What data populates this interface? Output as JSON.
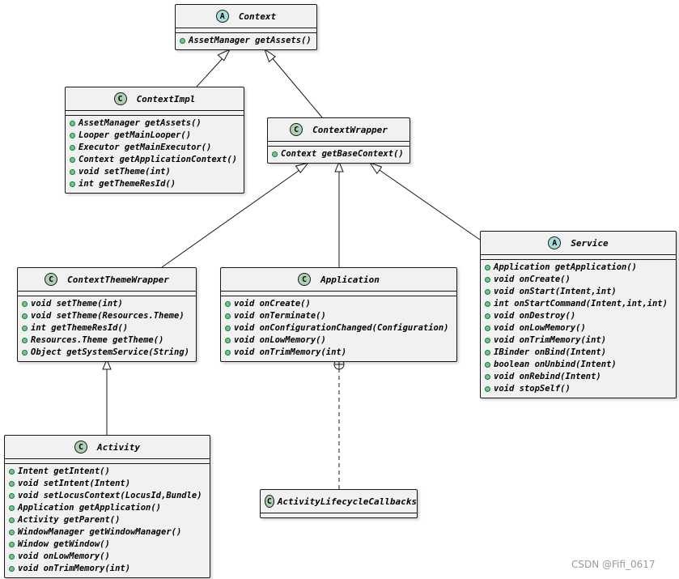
{
  "classes": {
    "context": {
      "name": "Context",
      "stereotype": "A",
      "methods": [
        "AssetManager getAssets()"
      ]
    },
    "context_impl": {
      "name": "ContextImpl",
      "stereotype": "C",
      "methods": [
        "AssetManager getAssets()",
        "Looper getMainLooper()",
        "Executor getMainExecutor()",
        "Context getApplicationContext()",
        "void setTheme(int)",
        "int getThemeResId()"
      ]
    },
    "context_wrapper": {
      "name": "ContextWrapper",
      "stereotype": "C",
      "methods": [
        "Context getBaseContext()"
      ]
    },
    "context_theme_wrapper": {
      "name": "ContextThemeWrapper",
      "stereotype": "C",
      "methods": [
        "void setTheme(int)",
        "void setTheme(Resources.Theme)",
        "int getThemeResId()",
        "Resources.Theme getTheme()",
        "Object getSystemService(String)"
      ]
    },
    "application": {
      "name": "Application",
      "stereotype": "C",
      "methods": [
        "void onCreate()",
        "void onTerminate()",
        "void onConfigurationChanged(Configuration)",
        "void onLowMemory()",
        "void onTrimMemory(int)"
      ]
    },
    "service": {
      "name": "Service",
      "stereotype": "A",
      "methods": [
        "Application getApplication()",
        "void onCreate()",
        "void onStart(Intent,int)",
        "int onStartCommand(Intent,int,int)",
        "void onDestroy()",
        "void onLowMemory()",
        "void onTrimMemory(int)",
        "IBinder onBind(Intent)",
        "boolean onUnbind(Intent)",
        "void onRebind(Intent)",
        "void stopSelf()"
      ]
    },
    "activity": {
      "name": "Activity",
      "stereotype": "C",
      "methods": [
        "Intent getIntent()",
        "void setIntent(Intent)",
        "void setLocusContext(LocusId,Bundle)",
        "Application getApplication()",
        "Activity getParent()",
        "WindowManager getWindowManager()",
        "Window getWindow()",
        "void onLowMemory()",
        "void onTrimMemory(int)"
      ]
    },
    "activity_lifecycle_callbacks": {
      "name": "ActivityLifecycleCallbacks",
      "stereotype": "C",
      "methods": []
    }
  },
  "relations": [
    {
      "from": "ContextImpl",
      "to": "Context",
      "type": "extends"
    },
    {
      "from": "ContextWrapper",
      "to": "Context",
      "type": "extends"
    },
    {
      "from": "ContextThemeWrapper",
      "to": "ContextWrapper",
      "type": "extends"
    },
    {
      "from": "Application",
      "to": "ContextWrapper",
      "type": "extends"
    },
    {
      "from": "Service",
      "to": "ContextWrapper",
      "type": "extends"
    },
    {
      "from": "Activity",
      "to": "ContextThemeWrapper",
      "type": "extends"
    },
    {
      "from": "ActivityLifecycleCallbacks",
      "to": "Application",
      "type": "nested"
    }
  ],
  "watermark": "CSDN @Fifi_0617",
  "colors": {
    "class_fill": "#f1f1f1",
    "class_badge": "#add1b2",
    "abstract_badge": "#a9dcdf",
    "method_dot": "#84be84",
    "line": "#181818"
  }
}
